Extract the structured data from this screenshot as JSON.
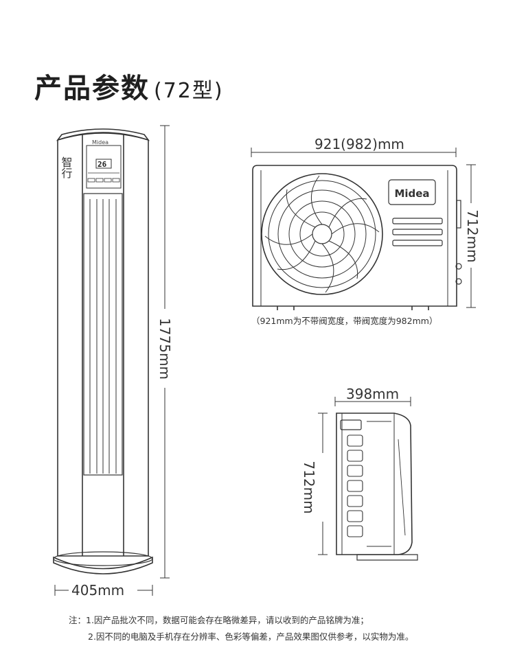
{
  "heading": {
    "title": "产品参数",
    "model": "(72型)"
  },
  "indoor_unit": {
    "brand": "Midea",
    "logo_text": "智行",
    "display_reading": "26",
    "height_label": "1775mm",
    "width_label": "405mm"
  },
  "outdoor_front": {
    "brand": "Midea",
    "width_label": "921(982)mm",
    "height_label": "712mm",
    "caption": "（921mm为不带阀宽度，带阀宽度为982mm）"
  },
  "outdoor_side": {
    "depth_label": "398mm",
    "height_label": "712mm"
  },
  "notes": [
    "注：1.因产品批次不同，数据可能会存在略微差异，请以收到的产品铭牌为准；",
    "2.因不同的电脑及手机存在分辨率、色彩等偏差，产品效果图仅供参考，以实物为准。"
  ]
}
